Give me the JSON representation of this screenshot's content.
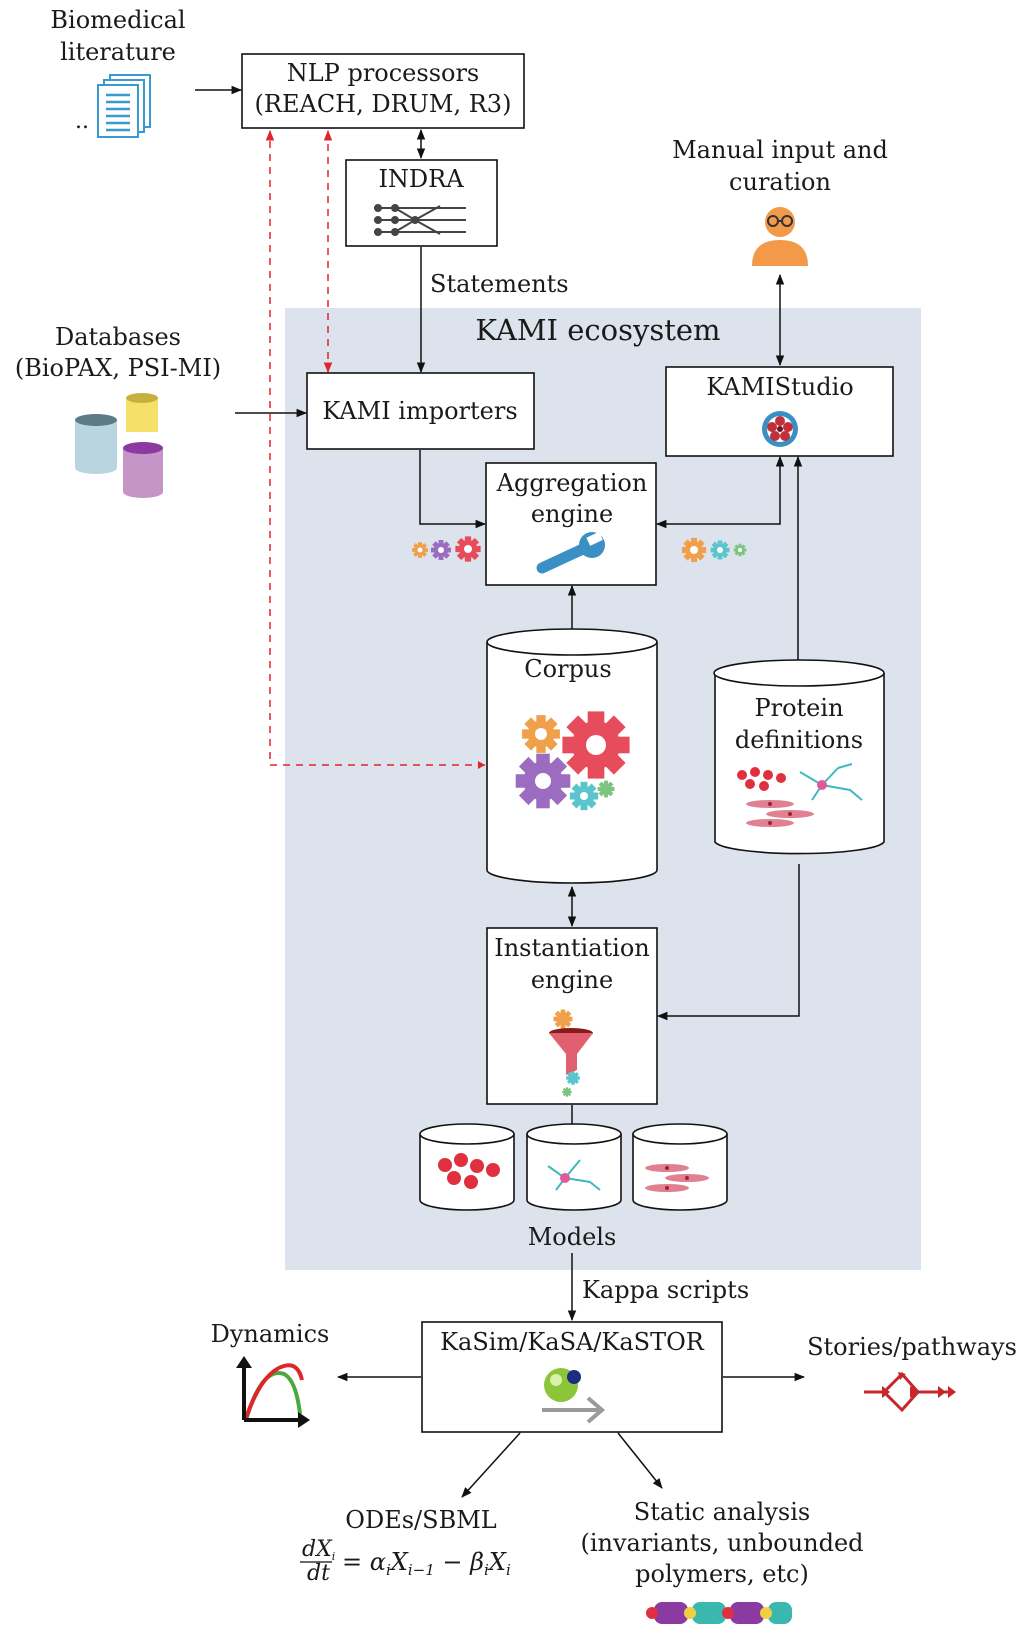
{
  "sources": {
    "literature": [
      "Biomedical",
      "literature"
    ],
    "literature_dots": "..",
    "databases": [
      "Databases",
      "(BioPAX, PSI-MI)"
    ],
    "manual": [
      "Manual input and",
      "curation"
    ]
  },
  "nodes": {
    "nlp": [
      "NLP processors",
      "(REACH, DRUM, R3)"
    ],
    "indra": "INDRA",
    "statements": "Statements",
    "ecosystem": "KAMI ecosystem",
    "importers": "KAMI importers",
    "studio": "KAMIStudio",
    "aggregation": [
      "Aggregation",
      "engine"
    ],
    "corpus": "Corpus",
    "protein": [
      "Protein",
      "definitions"
    ],
    "instantiation": [
      "Instantiation",
      "engine"
    ],
    "models": "Models",
    "kappa": "Kappa scripts",
    "kasim": "KaSim/KaSA/KaSTOR"
  },
  "outputs": {
    "dynamics": "Dynamics",
    "stories": "Stories/pathways",
    "odes": "ODEs/SBML",
    "equation": {
      "frac_num": "dX",
      "frac_num_sub": "i",
      "frac_den": "dt",
      "rhs": [
        "= α",
        "i",
        "X",
        "i−1",
        " − β",
        "i",
        "X",
        "i"
      ]
    },
    "static": [
      "Static analysis",
      "(invariants, unbounded",
      "polymers, etc)"
    ]
  },
  "colors": {
    "ecosystem_bg": "#dde3ec",
    "red_arrow": "#e0252a",
    "gear_orange": "#f0a04a",
    "gear_purple": "#9b6cc0",
    "gear_red": "#e64c5c",
    "gear_teal": "#5bc4cc",
    "gear_green": "#7cc47f",
    "wrench": "#3a8fc4",
    "person": "#f39a4a",
    "cell_red": "#e03040",
    "neuron": "#3fb8c0"
  },
  "icons": [
    "document-stack-icon",
    "network-flow-icon",
    "database-cylinders-icon",
    "person-icon",
    "studio-flower-icon",
    "gear-icon",
    "wrench-icon",
    "funnel-icon",
    "cells-icon",
    "neuron-icon",
    "muscle-cells-icon",
    "molecule-arrow-icon",
    "dynamics-plot-icon",
    "pathway-icon",
    "polymer-chain-icon"
  ]
}
